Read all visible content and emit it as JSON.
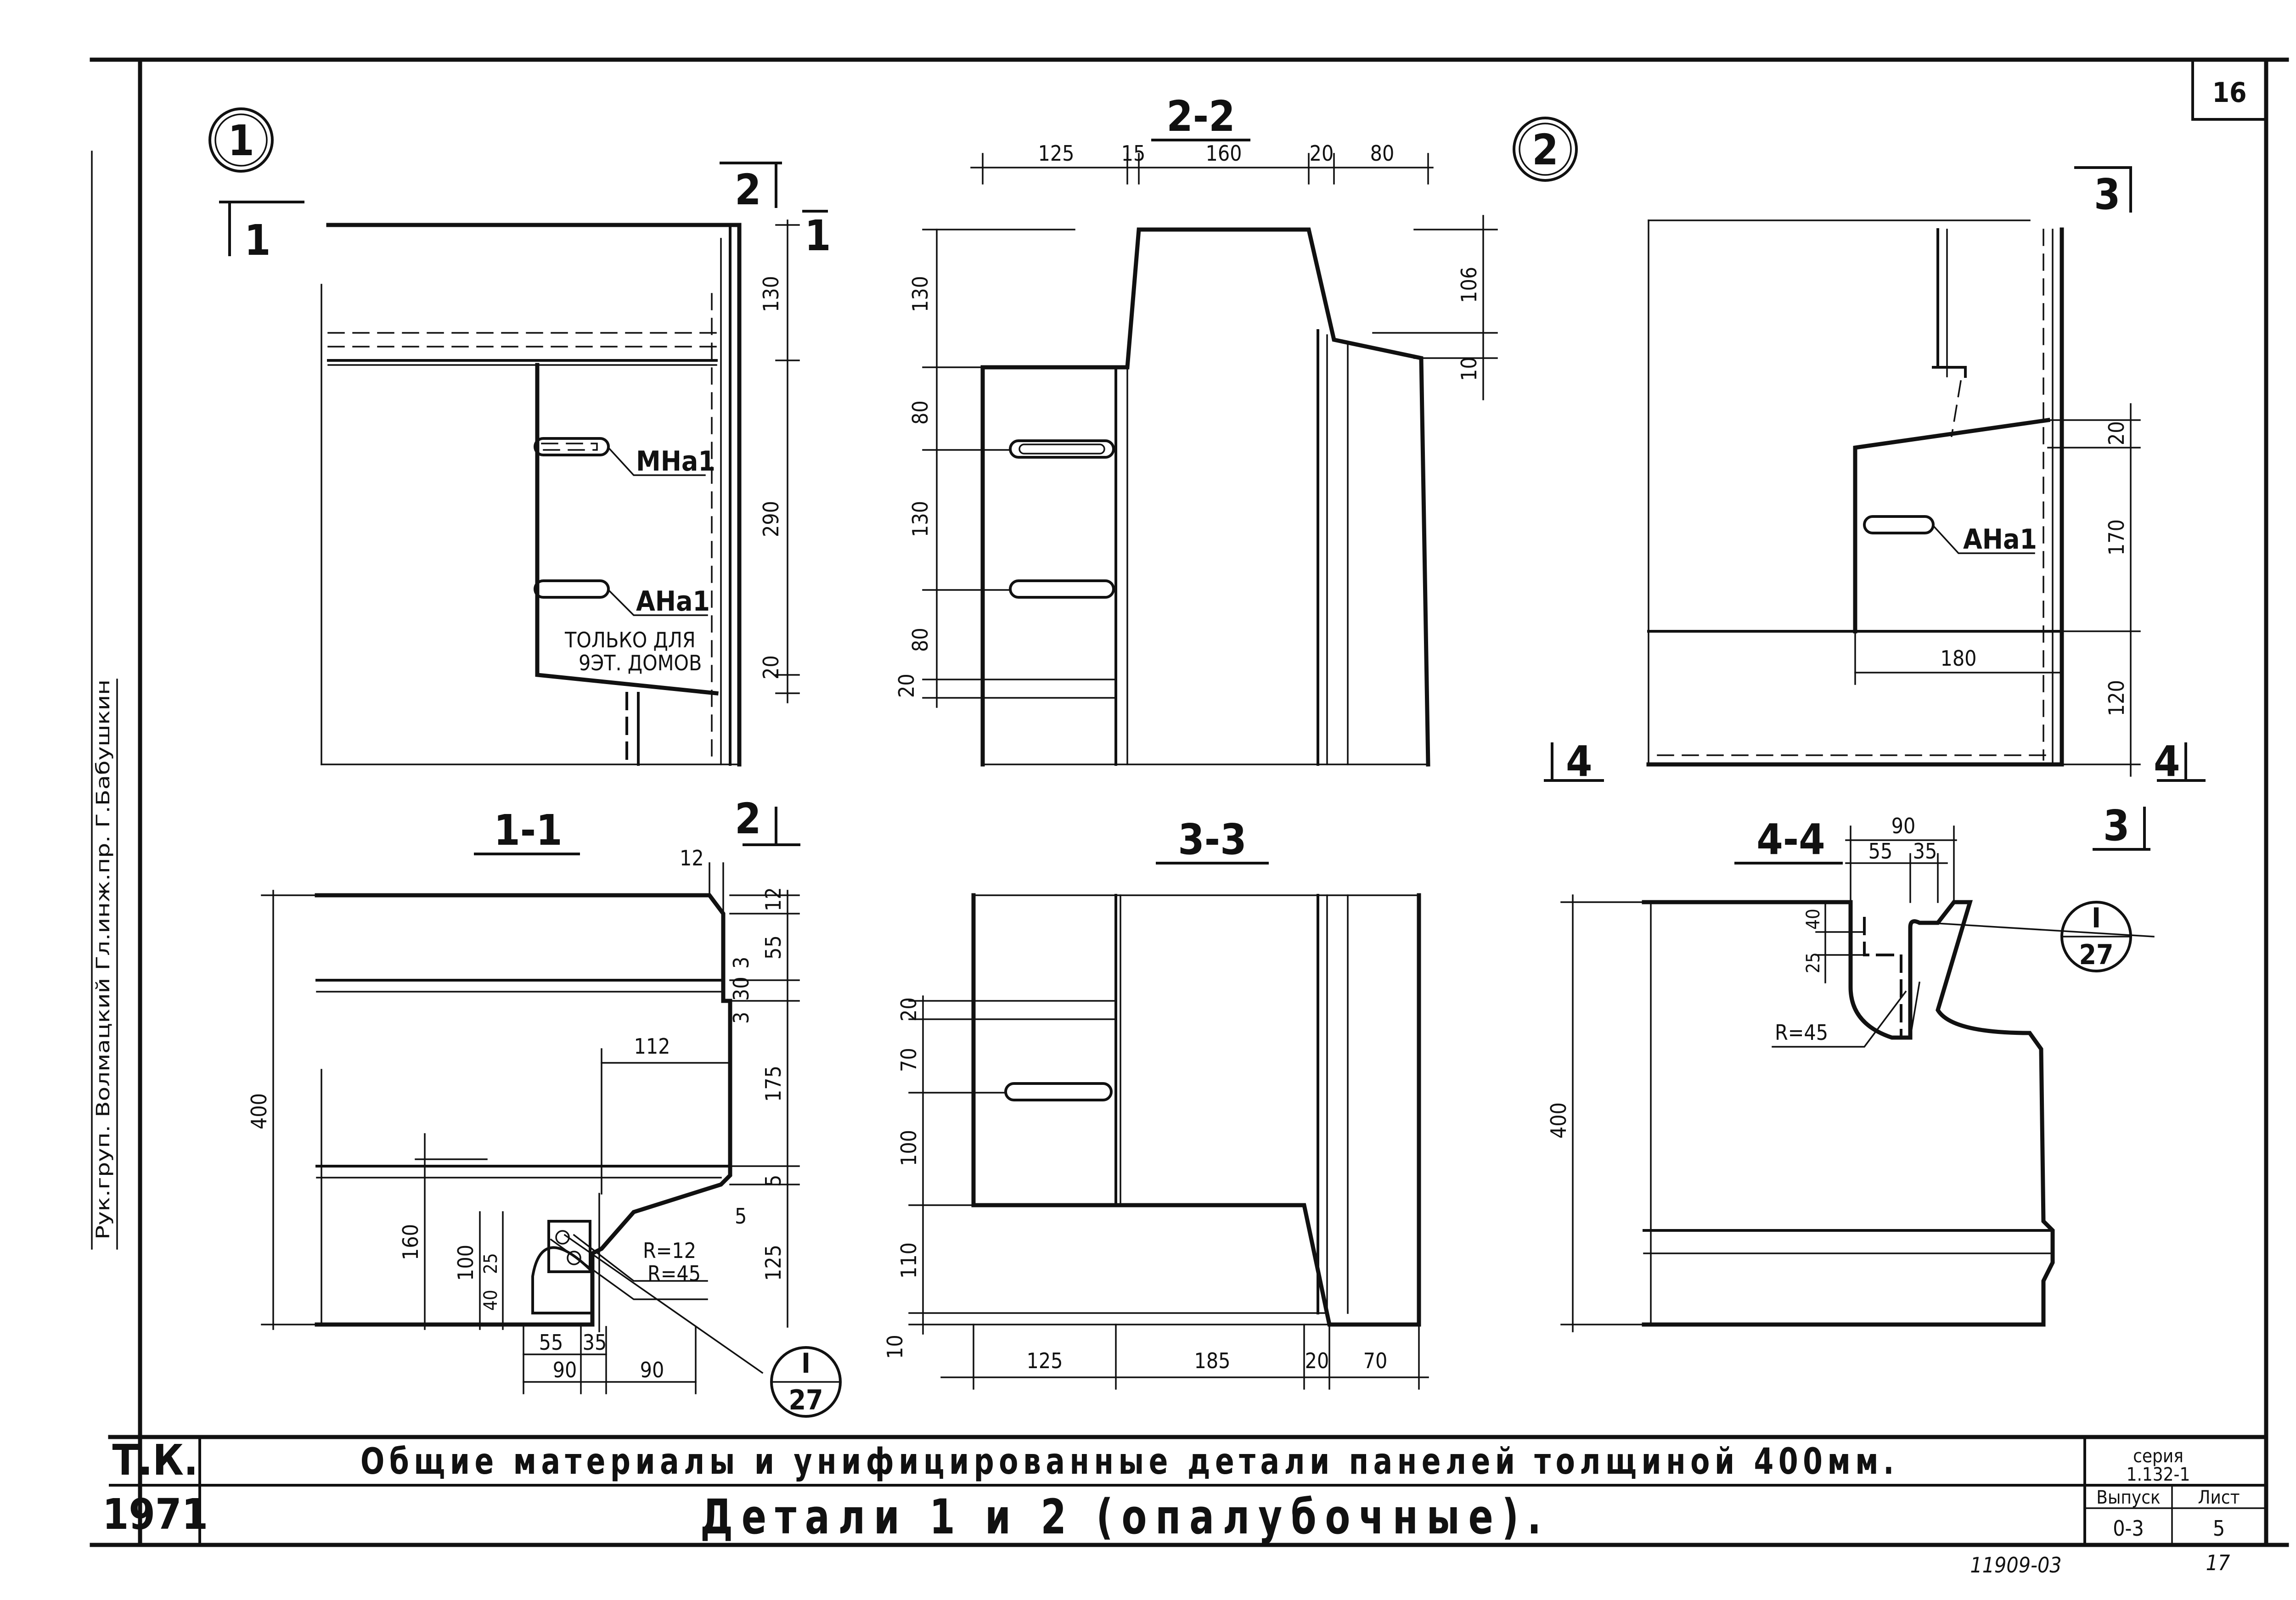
{
  "sheet": {
    "page_number": "16",
    "footer_code": "11909-03",
    "footer_number": "17"
  },
  "title_block": {
    "org": "Т.К.",
    "year": "1971",
    "title_main": "Общие материалы и унифицированные детали панелей толщиной 400мм.",
    "title_sub": "Детали 1 и 2 (опалубочные).",
    "series_label": "серия",
    "series_value": "1.132-1",
    "issue_label": "Выпуск",
    "issue_value": "0-3",
    "sheet_label": "Лист",
    "sheet_value": "5"
  },
  "side_stamp": "Рук.груп. Волмацкий Гл.инж.пр. Г.Бабушкин",
  "views": {
    "detail1": {
      "marker": "1",
      "cut_marks": [
        "1",
        "1",
        "2"
      ],
      "dims": [
        "130",
        "290",
        "20"
      ],
      "notes": [
        "МНа1",
        "АНа1",
        "ТОЛЬКО ДЛЯ",
        "9ЭТ. ДОМОВ"
      ]
    },
    "section22": {
      "title": "2-2",
      "top_dims": [
        "125",
        "15",
        "160",
        "20",
        "80"
      ],
      "left_dims": [
        "130",
        "80",
        "130",
        "80",
        "20"
      ],
      "right_dims": [
        "106",
        "10"
      ]
    },
    "detail2": {
      "marker": "2",
      "cut_marks": [
        "3",
        "4",
        "4"
      ],
      "dims": [
        "20",
        "170",
        "180",
        "120"
      ],
      "notes": [
        "АНа1"
      ]
    },
    "section11": {
      "title": "1-1",
      "cut_mark": "2",
      "dims": [
        "12",
        "12",
        "55",
        "3",
        "30",
        "3",
        "175",
        "5",
        "5",
        "125",
        "112",
        "160",
        "100",
        "25",
        "40",
        "55",
        "35",
        "90",
        "90",
        "400"
      ],
      "radii": [
        "R=12",
        "R=45"
      ],
      "callout_num": "I",
      "callout_sheet": "27"
    },
    "section33": {
      "title": "3-3",
      "left_dims": [
        "20",
        "70",
        "100",
        "110",
        "10"
      ],
      "bottom_dims": [
        "125",
        "185",
        "20",
        "70"
      ]
    },
    "section44": {
      "title": "4-4",
      "cut_mark": "3",
      "dims": [
        "90",
        "55",
        "35",
        "40",
        "25",
        "400"
      ],
      "radii": [
        "R=45"
      ],
      "callout_num": "I",
      "callout_sheet": "27"
    }
  }
}
